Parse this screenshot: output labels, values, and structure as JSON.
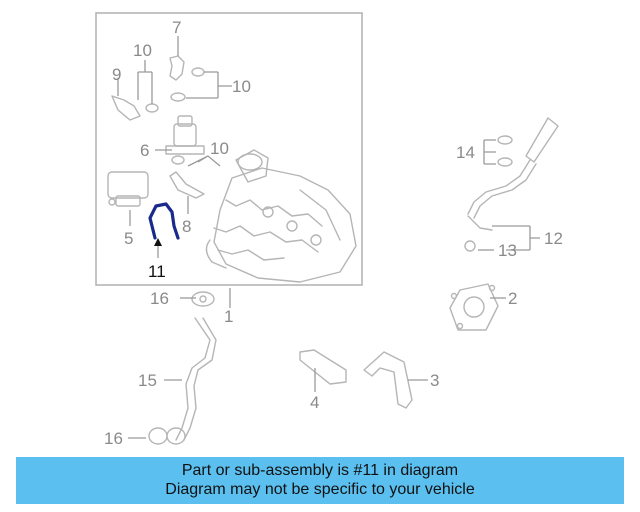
{
  "diagram": {
    "callouts": {
      "c1": "1",
      "c2": "2",
      "c3": "3",
      "c4": "4",
      "c5": "5",
      "c6": "6",
      "c7": "7",
      "c8": "8",
      "c9": "9",
      "c10a": "10",
      "c10b": "10",
      "c10c": "10",
      "c11": "11",
      "c12": "12",
      "c13": "13",
      "c14": "14",
      "c15": "15",
      "c16a": "16",
      "c16b": "16"
    },
    "highlight_color": "#1a2a8c"
  },
  "banner": {
    "line1": "Part or sub-assembly is #11 in diagram",
    "line2": "Diagram may not be specific to your vehicle",
    "background": "#5bc0f0"
  }
}
